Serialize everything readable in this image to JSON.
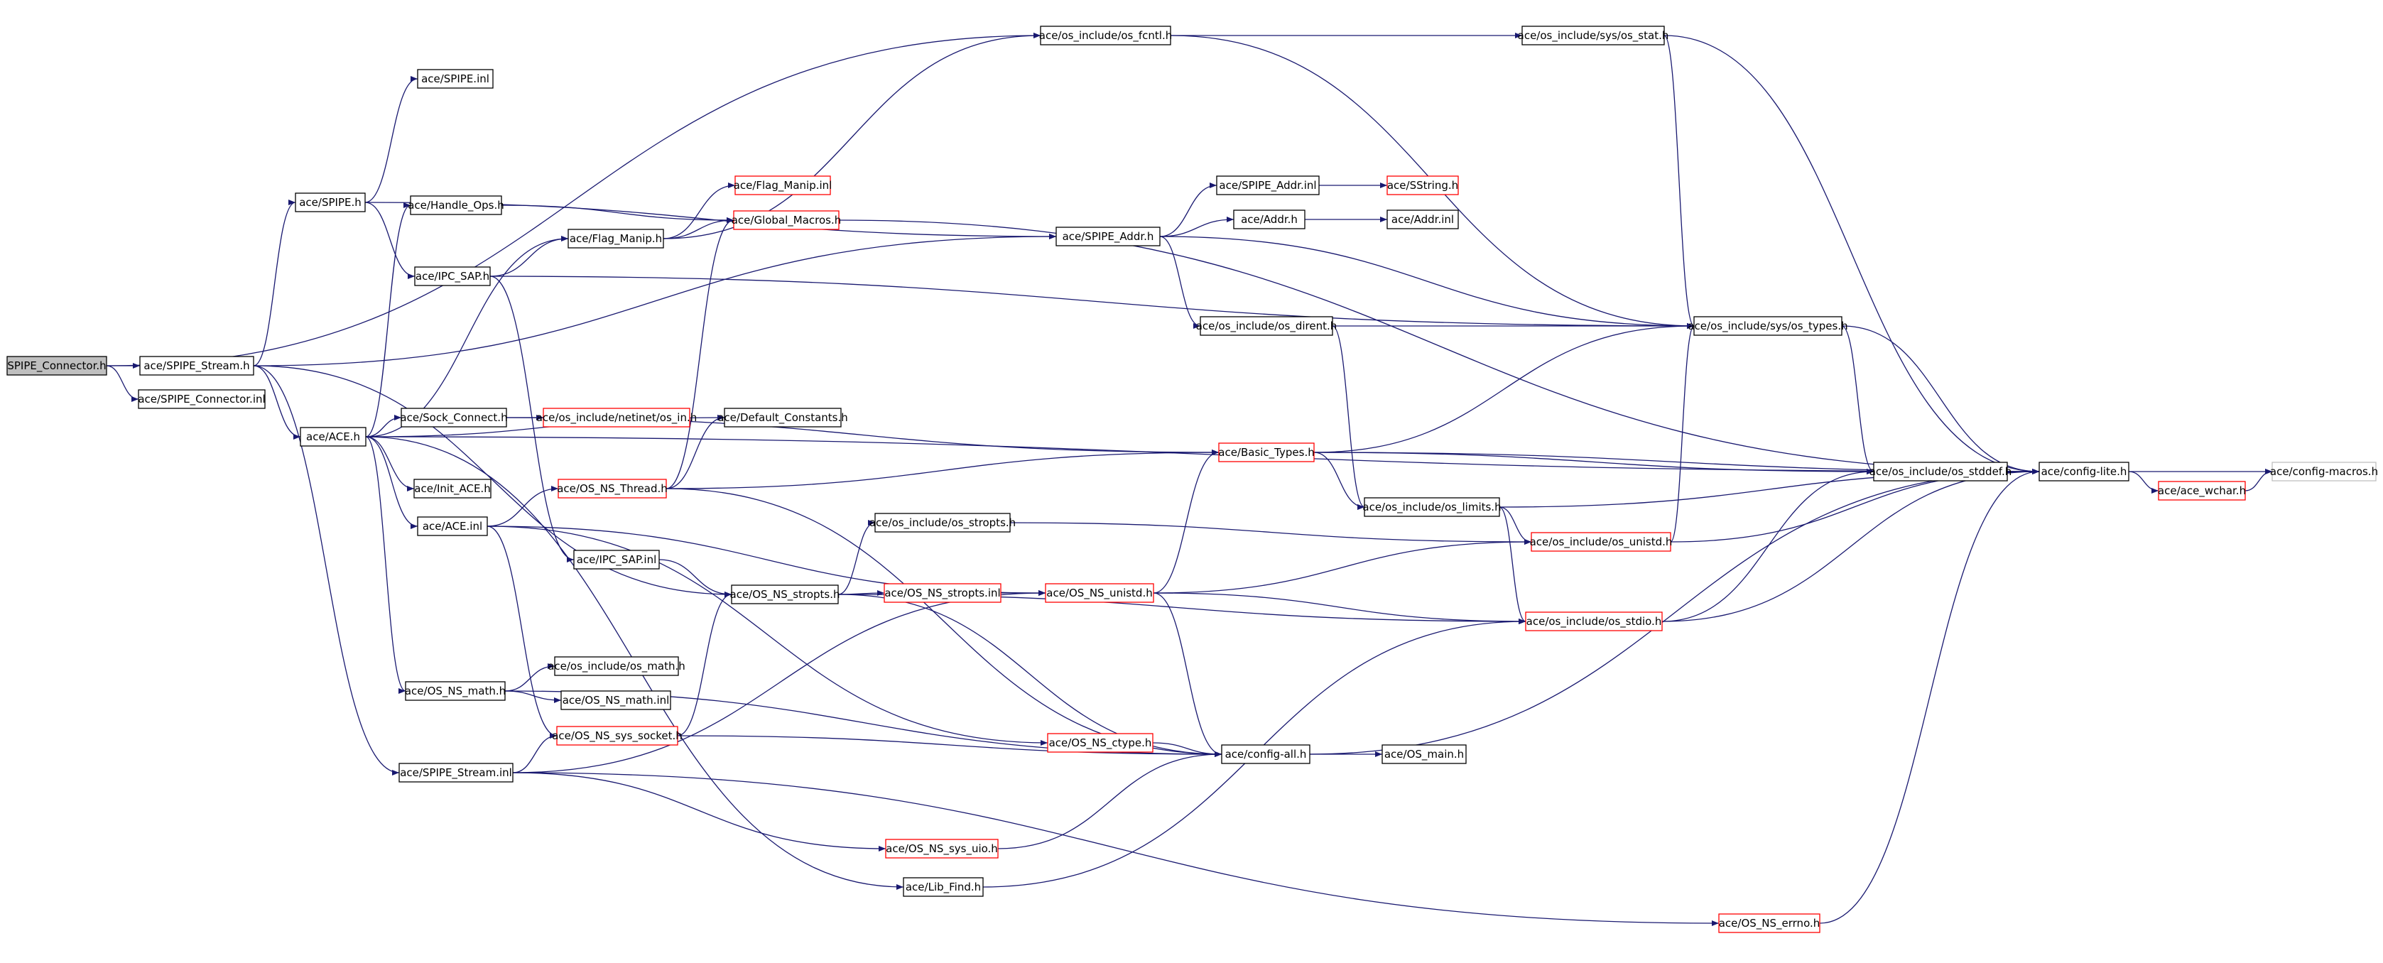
{
  "colors": {
    "edge": "#191970",
    "node_border": "#000000",
    "node_border_incomplete": "#ff0000",
    "node_border_external": "#bfbfbf",
    "root_fill": "#bfbfbf",
    "background": "#ffffff"
  },
  "nodes": [
    {
      "id": "root",
      "label": "SPIPE_Connector.h",
      "style": "root"
    },
    {
      "id": "spipe_stream_h",
      "label": "ace/SPIPE_Stream.h",
      "style": "normal"
    },
    {
      "id": "spipe_connector_inl",
      "label": "ace/SPIPE_Connector.inl",
      "style": "normal"
    },
    {
      "id": "spipe_inl",
      "label": "ace/SPIPE.inl",
      "style": "normal"
    },
    {
      "id": "spipe_h",
      "label": "ace/SPIPE.h",
      "style": "normal"
    },
    {
      "id": "handle_ops_h",
      "label": "ace/Handle_Ops.h",
      "style": "normal"
    },
    {
      "id": "ipc_sap_h",
      "label": "ace/IPC_SAP.h",
      "style": "normal"
    },
    {
      "id": "flag_manip_h",
      "label": "ace/Flag_Manip.h",
      "style": "normal"
    },
    {
      "id": "flag_manip_inl",
      "label": "ace/Flag_Manip.inl",
      "style": "red"
    },
    {
      "id": "global_macros_h",
      "label": "ace/Global_Macros.h",
      "style": "red"
    },
    {
      "id": "os_fcntl_h",
      "label": "ace/os_include/os_fcntl.h",
      "style": "normal"
    },
    {
      "id": "os_stat_h",
      "label": "ace/os_include/sys/os_stat.h",
      "style": "normal"
    },
    {
      "id": "spipe_addr_inl",
      "label": "ace/SPIPE_Addr.inl",
      "style": "normal"
    },
    {
      "id": "sstring_h",
      "label": "ace/SString.h",
      "style": "red"
    },
    {
      "id": "spipe_addr_h",
      "label": "ace/SPIPE_Addr.h",
      "style": "normal"
    },
    {
      "id": "addr_h",
      "label": "ace/Addr.h",
      "style": "normal"
    },
    {
      "id": "addr_inl",
      "label": "ace/Addr.inl",
      "style": "normal"
    },
    {
      "id": "os_dirent_h",
      "label": "ace/os_include/os_dirent.h",
      "style": "normal"
    },
    {
      "id": "os_types_h",
      "label": "ace/os_include/sys/os_types.h",
      "style": "normal"
    },
    {
      "id": "ace_h",
      "label": "ace/ACE.h",
      "style": "normal"
    },
    {
      "id": "sock_connect_h",
      "label": "ace/Sock_Connect.h",
      "style": "normal"
    },
    {
      "id": "os_in_h",
      "label": "ace/os_include/netinet/os_in.h",
      "style": "red"
    },
    {
      "id": "default_constants_h",
      "label": "ace/Default_Constants.h",
      "style": "normal"
    },
    {
      "id": "basic_types_h",
      "label": "ace/Basic_Types.h",
      "style": "red"
    },
    {
      "id": "init_ace_h",
      "label": "ace/Init_ACE.h",
      "style": "normal"
    },
    {
      "id": "os_ns_thread_h",
      "label": "ace/OS_NS_Thread.h",
      "style": "red"
    },
    {
      "id": "ace_inl",
      "label": "ace/ACE.inl",
      "style": "normal"
    },
    {
      "id": "os_stropts_h",
      "label": "ace/os_include/os_stropts.h",
      "style": "normal"
    },
    {
      "id": "os_limits_h",
      "label": "ace/os_include/os_limits.h",
      "style": "normal"
    },
    {
      "id": "os_stddef_h",
      "label": "ace/os_include/os_stddef.h",
      "style": "normal"
    },
    {
      "id": "config_lite_h",
      "label": "ace/config-lite.h",
      "style": "normal"
    },
    {
      "id": "ace_wchar_h",
      "label": "ace/ace_wchar.h",
      "style": "red"
    },
    {
      "id": "config_macros_h",
      "label": "ace/config-macros.h",
      "style": "grey"
    },
    {
      "id": "os_unistd_h",
      "label": "ace/os_include/os_unistd.h",
      "style": "red"
    },
    {
      "id": "ipc_sap_inl",
      "label": "ace/IPC_SAP.inl",
      "style": "normal"
    },
    {
      "id": "os_ns_stropts_h",
      "label": "ace/OS_NS_stropts.h",
      "style": "normal"
    },
    {
      "id": "os_ns_stropts_inl",
      "label": "ace/OS_NS_stropts.inl",
      "style": "red"
    },
    {
      "id": "os_ns_unistd_h",
      "label": "ace/OS_NS_unistd.h",
      "style": "red"
    },
    {
      "id": "os_stdio_h",
      "label": "ace/os_include/os_stdio.h",
      "style": "red"
    },
    {
      "id": "os_math_h",
      "label": "ace/os_include/os_math.h",
      "style": "normal"
    },
    {
      "id": "os_ns_math_h",
      "label": "ace/OS_NS_math.h",
      "style": "normal"
    },
    {
      "id": "os_ns_math_inl",
      "label": "ace/OS_NS_math.inl",
      "style": "normal"
    },
    {
      "id": "os_ns_ctype_h",
      "label": "ace/OS_NS_ctype.h",
      "style": "red"
    },
    {
      "id": "os_ns_sys_socket_h",
      "label": "ace/OS_NS_sys_socket.h",
      "style": "red"
    },
    {
      "id": "config_all_h",
      "label": "ace/config-all.h",
      "style": "normal"
    },
    {
      "id": "os_main_h",
      "label": "ace/OS_main.h",
      "style": "normal"
    },
    {
      "id": "spipe_stream_inl",
      "label": "ace/SPIPE_Stream.inl",
      "style": "normal"
    },
    {
      "id": "os_ns_sys_uio_h",
      "label": "ace/OS_NS_sys_uio.h",
      "style": "red"
    },
    {
      "id": "lib_find_h",
      "label": "ace/Lib_Find.h",
      "style": "normal"
    },
    {
      "id": "os_ns_errno_h",
      "label": "ace/OS_NS_errno.h",
      "style": "red"
    }
  ],
  "edges": [
    [
      "root",
      "spipe_stream_h"
    ],
    [
      "root",
      "spipe_connector_inl"
    ],
    [
      "root",
      "os_fcntl_h"
    ],
    [
      "spipe_stream_h",
      "spipe_h"
    ],
    [
      "spipe_stream_h",
      "ace_h"
    ],
    [
      "spipe_stream_h",
      "spipe_addr_h"
    ],
    [
      "spipe_stream_h",
      "os_ns_stropts_h"
    ],
    [
      "spipe_stream_h",
      "spipe_stream_inl"
    ],
    [
      "spipe_h",
      "spipe_inl"
    ],
    [
      "spipe_h",
      "ipc_sap_h"
    ],
    [
      "spipe_h",
      "spipe_addr_h"
    ],
    [
      "handle_ops_h",
      "global_macros_h"
    ],
    [
      "ipc_sap_h",
      "flag_manip_h"
    ],
    [
      "ipc_sap_h",
      "os_types_h"
    ],
    [
      "ipc_sap_h",
      "ipc_sap_inl"
    ],
    [
      "flag_manip_h",
      "flag_manip_inl"
    ],
    [
      "flag_manip_h",
      "global_macros_h"
    ],
    [
      "flag_manip_h",
      "os_fcntl_h"
    ],
    [
      "global_macros_h",
      "config_lite_h"
    ],
    [
      "os_fcntl_h",
      "os_stat_h"
    ],
    [
      "os_fcntl_h",
      "os_types_h"
    ],
    [
      "os_stat_h",
      "os_types_h"
    ],
    [
      "os_stat_h",
      "config_lite_h"
    ],
    [
      "spipe_addr_h",
      "spipe_addr_inl"
    ],
    [
      "spipe_addr_h",
      "addr_h"
    ],
    [
      "spipe_addr_h",
      "os_dirent_h"
    ],
    [
      "spipe_addr_h",
      "os_types_h"
    ],
    [
      "spipe_addr_inl",
      "sstring_h"
    ],
    [
      "addr_h",
      "addr_inl"
    ],
    [
      "os_dirent_h",
      "os_types_h"
    ],
    [
      "os_dirent_h",
      "os_limits_h"
    ],
    [
      "os_types_h",
      "os_stddef_h"
    ],
    [
      "os_types_h",
      "config_lite_h"
    ],
    [
      "ace_h",
      "handle_ops_h"
    ],
    [
      "ace_h",
      "flag_manip_h"
    ],
    [
      "ace_h",
      "sock_connect_h"
    ],
    [
      "ace_h",
      "default_constants_h"
    ],
    [
      "ace_h",
      "init_ace_h"
    ],
    [
      "ace_h",
      "ace_inl"
    ],
    [
      "ace_h",
      "os_ns_math_h"
    ],
    [
      "ace_h",
      "lib_find_h"
    ],
    [
      "ace_h",
      "config_lite_h"
    ],
    [
      "sock_connect_h",
      "os_in_h"
    ],
    [
      "sock_connect_h",
      "basic_types_h"
    ],
    [
      "basic_types_h",
      "os_types_h"
    ],
    [
      "basic_types_h",
      "os_stddef_h"
    ],
    [
      "basic_types_h",
      "os_limits_h"
    ],
    [
      "basic_types_h",
      "config_lite_h"
    ],
    [
      "os_ns_thread_h",
      "global_macros_h"
    ],
    [
      "os_ns_thread_h",
      "default_constants_h"
    ],
    [
      "os_ns_thread_h",
      "basic_types_h"
    ],
    [
      "os_ns_thread_h",
      "config_all_h"
    ],
    [
      "ace_inl",
      "os_ns_thread_h"
    ],
    [
      "ace_inl",
      "os_ns_unistd_h"
    ],
    [
      "ace_inl",
      "os_ns_ctype_h"
    ],
    [
      "ace_inl",
      "os_ns_sys_socket_h"
    ],
    [
      "os_stropts_h",
      "os_unistd_h"
    ],
    [
      "os_limits_h",
      "config_lite_h"
    ],
    [
      "os_limits_h",
      "os_unistd_h"
    ],
    [
      "os_limits_h",
      "os_stdio_h"
    ],
    [
      "os_stddef_h",
      "config_lite_h"
    ],
    [
      "config_lite_h",
      "ace_wchar_h"
    ],
    [
      "config_lite_h",
      "config_macros_h"
    ],
    [
      "ace_wchar_h",
      "config_macros_h"
    ],
    [
      "os_unistd_h",
      "os_types_h"
    ],
    [
      "os_unistd_h",
      "config_lite_h"
    ],
    [
      "ipc_sap_inl",
      "os_ns_stropts_h"
    ],
    [
      "os_ns_stropts_h",
      "os_stropts_h"
    ],
    [
      "os_ns_stropts_h",
      "os_ns_stropts_inl"
    ],
    [
      "os_ns_stropts_h",
      "os_stdio_h"
    ],
    [
      "os_ns_stropts_h",
      "config_all_h"
    ],
    [
      "os_ns_stropts_inl",
      "os_ns_unistd_h"
    ],
    [
      "os_ns_unistd_h",
      "basic_types_h"
    ],
    [
      "os_ns_unistd_h",
      "os_unistd_h"
    ],
    [
      "os_ns_unistd_h",
      "os_stdio_h"
    ],
    [
      "os_ns_unistd_h",
      "config_all_h"
    ],
    [
      "os_stdio_h",
      "os_stddef_h"
    ],
    [
      "os_stdio_h",
      "config_lite_h"
    ],
    [
      "os_ns_math_h",
      "os_math_h"
    ],
    [
      "os_ns_math_h",
      "os_ns_math_inl"
    ],
    [
      "os_ns_math_h",
      "config_all_h"
    ],
    [
      "os_ns_ctype_h",
      "config_all_h"
    ],
    [
      "os_ns_sys_socket_h",
      "os_ns_stropts_h"
    ],
    [
      "os_ns_sys_socket_h",
      "config_all_h"
    ],
    [
      "config_all_h",
      "os_main_h"
    ],
    [
      "config_all_h",
      "config_lite_h"
    ],
    [
      "spipe_stream_inl",
      "os_ns_sys_socket_h"
    ],
    [
      "spipe_stream_inl",
      "os_ns_unistd_h"
    ],
    [
      "spipe_stream_inl",
      "os_ns_sys_uio_h"
    ],
    [
      "spipe_stream_inl",
      "os_ns_errno_h"
    ],
    [
      "os_ns_sys_uio_h",
      "config_all_h"
    ],
    [
      "lib_find_h",
      "os_stdio_h"
    ],
    [
      "os_ns_errno_h",
      "config_lite_h"
    ]
  ]
}
